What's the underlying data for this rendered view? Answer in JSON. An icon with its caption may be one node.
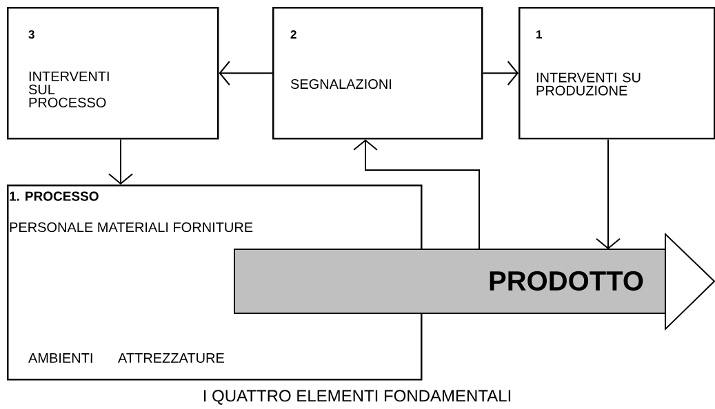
{
  "diagram": {
    "caption": "I QUATTRO ELEMENTI FONDAMENTALI",
    "nodes": [
      {
        "text": [
          "3",
          "INTERVENTI SUL PROCESSO"
        ]
      },
      {
        "text": [
          "2",
          "SEGNALAZIONI"
        ]
      },
      {
        "text": [
          "1",
          "INTERVENTI SU PRODUZIONE"
        ]
      },
      {
        "text": [
          "1. PROCESSO",
          "PERSONALE MATERIALI FORNITURE",
          "AMBIENTI",
          "ATTREZZATURE"
        ]
      },
      {
        "text": [
          "PRODOTTO"
        ]
      }
    ],
    "edges": [
      {
        "from": 1,
        "to": 0,
        "arrow": "to"
      },
      {
        "from": 1,
        "to": 2,
        "arrow": "to"
      },
      {
        "from": 0,
        "to": 3,
        "arrow": "to"
      },
      {
        "from": 2,
        "to": 4,
        "arrow": "to"
      },
      {
        "from": 4,
        "to": 1,
        "arrow": "to"
      }
    ]
  }
}
